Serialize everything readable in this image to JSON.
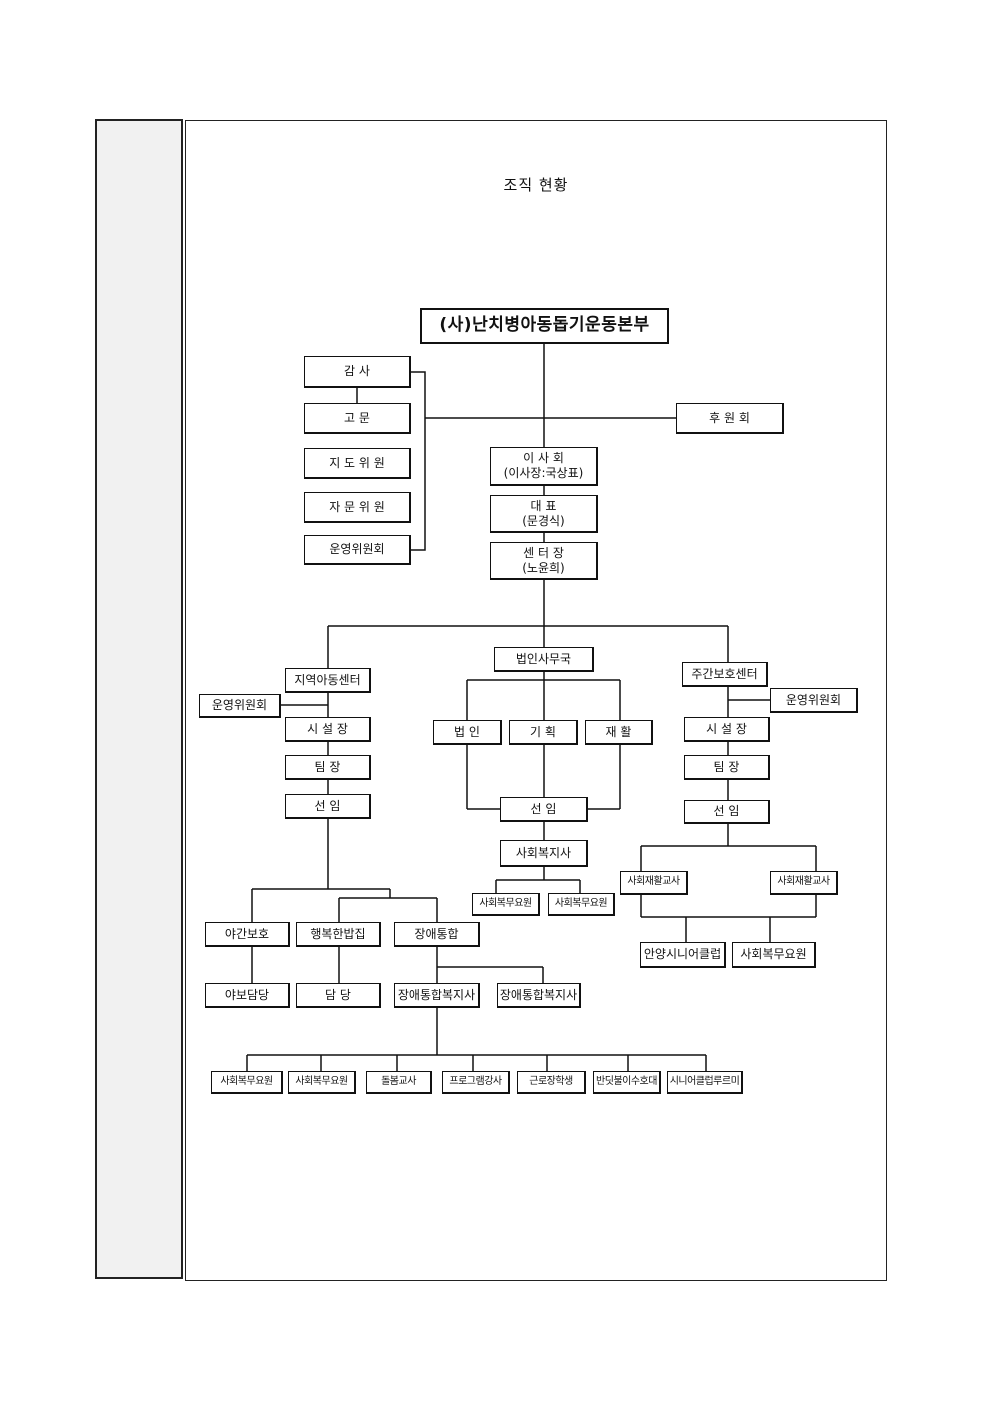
{
  "title": "조직 현황",
  "org_chart": {
    "root": "(사)난치병아동돕기운동본부",
    "advisory": {
      "audit": "감          사",
      "advisor": "고          문",
      "guidance": "지 도 위 원",
      "consult": "자 문 위 원",
      "operation": "운영위원회"
    },
    "supporters": "후  원  회",
    "board": {
      "line1": "이  사  회",
      "line2": "(이사장:국상표)"
    },
    "ceo": {
      "line1": "대  표",
      "line2": "(문경식)"
    },
    "center_director": {
      "line1": "센  터  장",
      "line2": "(노윤희)"
    },
    "community": {
      "name": "지역아동센터",
      "committee": "운영위원회",
      "director": "시  설  장",
      "team_lead": "팀        장",
      "senior": "선        임",
      "night": "야간보호",
      "happy": "행복한밥집",
      "integration": "장애통합",
      "night_staff": "야보담당",
      "happy_staff": "담      당",
      "integ_sw1": "장애통합복지사",
      "integ_sw2": "장애통합복지사",
      "staff": [
        "사회복무요원",
        "사회복무요원",
        "돌봄교사",
        "프로그램강사",
        "근로장학생",
        "반딧불이수호대",
        "시니어클럽루르미"
      ]
    },
    "corp_office": {
      "name": "법인사무국",
      "legal": "법    인",
      "planning": "기    획",
      "finance": "재    활",
      "senior": "선        임",
      "social_worker": "사회복지사",
      "service1": "사회복무요원",
      "service2": "사회복무요원"
    },
    "daycare": {
      "name": "주간보호센터",
      "committee": "운영위원회",
      "director": "시 설 장",
      "team_lead": "팀  장",
      "senior": "선        임",
      "rehab1": "사회재활교사",
      "rehab2": "사회재활교사",
      "club": "안양시니어클럽",
      "service": "사회복무요원"
    }
  }
}
